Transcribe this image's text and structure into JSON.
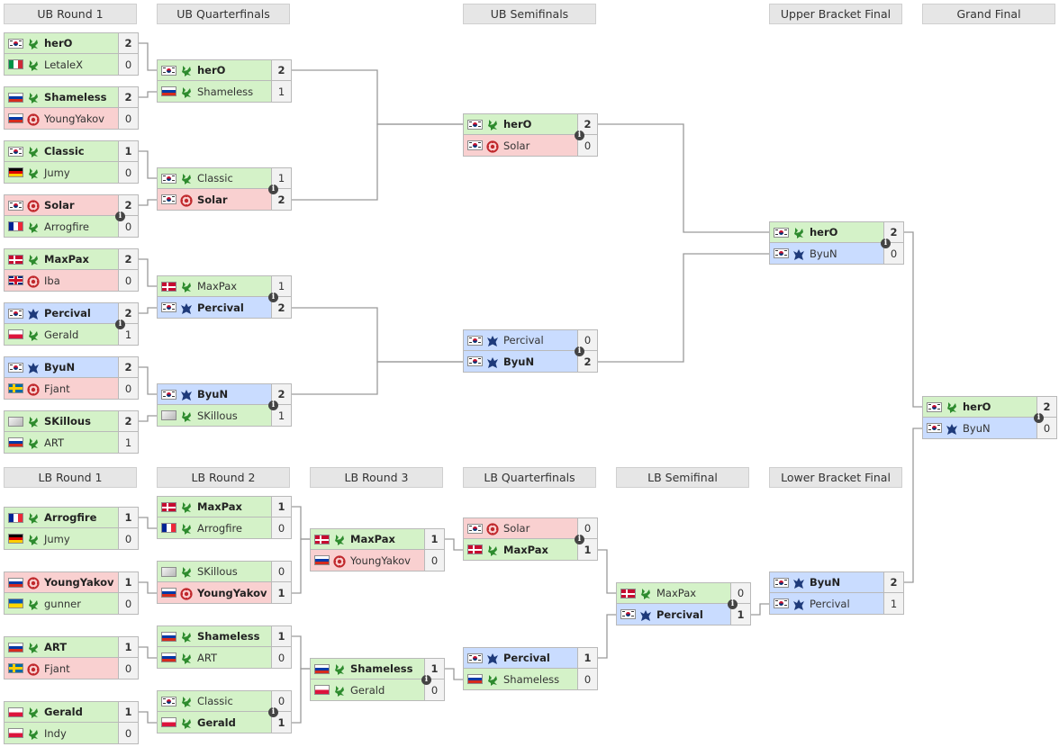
{
  "headers": [
    {
      "id": "ub1",
      "label": "UB Round 1"
    },
    {
      "id": "ubqf",
      "label": "UB Quarterfinals"
    },
    {
      "id": "ubsf",
      "label": "UB Semifinals"
    },
    {
      "id": "ubf",
      "label": "Upper Bracket Final"
    },
    {
      "id": "gf",
      "label": "Grand Final"
    },
    {
      "id": "lb1",
      "label": "LB Round 1"
    },
    {
      "id": "lb2",
      "label": "LB Round 2"
    },
    {
      "id": "lb3",
      "label": "LB Round 3"
    },
    {
      "id": "lbqf",
      "label": "LB Quarterfinals"
    },
    {
      "id": "lbsf",
      "label": "LB Semifinal"
    },
    {
      "id": "lbf",
      "label": "Lower Bracket Final"
    }
  ],
  "info_icon_glyph": "i",
  "race_colors": {
    "protoss": "#2e8b2e",
    "zerg": "#c0282c",
    "terran": "#1e3a7a"
  },
  "matches": [
    {
      "id": "ub1-m1",
      "p": [
        {
          "name": "herO",
          "flag": "kr",
          "race": "protoss",
          "score": "2",
          "win": true
        },
        {
          "name": "LetaleX",
          "flag": "it",
          "race": "protoss",
          "score": "0",
          "win": false
        }
      ]
    },
    {
      "id": "ub1-m2",
      "p": [
        {
          "name": "Shameless",
          "flag": "ru",
          "race": "protoss",
          "score": "2",
          "win": true
        },
        {
          "name": "YoungYakov",
          "flag": "ru",
          "race": "zerg",
          "score": "0",
          "win": false
        }
      ]
    },
    {
      "id": "ub1-m3",
      "p": [
        {
          "name": "Classic",
          "flag": "kr",
          "race": "protoss",
          "score": "1",
          "win": true
        },
        {
          "name": "Jumy",
          "flag": "de",
          "race": "protoss",
          "score": "0",
          "win": false
        }
      ]
    },
    {
      "id": "ub1-m4",
      "p": [
        {
          "name": "Solar",
          "flag": "kr",
          "race": "zerg",
          "score": "2",
          "win": true
        },
        {
          "name": "Arrogfire",
          "flag": "fr",
          "race": "protoss",
          "score": "0",
          "win": false
        }
      ]
    },
    {
      "id": "ub1-m5",
      "p": [
        {
          "name": "MaxPax",
          "flag": "dk",
          "race": "protoss",
          "score": "2",
          "win": true
        },
        {
          "name": "Iba",
          "flag": "gb",
          "race": "zerg",
          "score": "0",
          "win": false
        }
      ]
    },
    {
      "id": "ub1-m6",
      "p": [
        {
          "name": "Percival",
          "flag": "kr",
          "race": "terran",
          "score": "2",
          "win": true
        },
        {
          "name": "Gerald",
          "flag": "pl",
          "race": "protoss",
          "score": "1",
          "win": false
        }
      ]
    },
    {
      "id": "ub1-m7",
      "p": [
        {
          "name": "ByuN",
          "flag": "kr",
          "race": "terran",
          "score": "2",
          "win": true
        },
        {
          "name": "Fjant",
          "flag": "se",
          "race": "zerg",
          "score": "0",
          "win": false
        }
      ]
    },
    {
      "id": "ub1-m8",
      "p": [
        {
          "name": "SKillous",
          "flag": "xx",
          "race": "protoss",
          "score": "2",
          "win": true
        },
        {
          "name": "ART",
          "flag": "ru",
          "race": "protoss",
          "score": "1",
          "win": false
        }
      ]
    },
    {
      "id": "ubqf-m1",
      "p": [
        {
          "name": "herO",
          "flag": "kr",
          "race": "protoss",
          "score": "2",
          "win": true
        },
        {
          "name": "Shameless",
          "flag": "ru",
          "race": "protoss",
          "score": "1",
          "win": false
        }
      ]
    },
    {
      "id": "ubqf-m2",
      "p": [
        {
          "name": "Classic",
          "flag": "kr",
          "race": "protoss",
          "score": "1",
          "win": false
        },
        {
          "name": "Solar",
          "flag": "kr",
          "race": "zerg",
          "score": "2",
          "win": true
        }
      ]
    },
    {
      "id": "ubqf-m3",
      "p": [
        {
          "name": "MaxPax",
          "flag": "dk",
          "race": "protoss",
          "score": "1",
          "win": false
        },
        {
          "name": "Percival",
          "flag": "kr",
          "race": "terran",
          "score": "2",
          "win": true
        }
      ]
    },
    {
      "id": "ubqf-m4",
      "p": [
        {
          "name": "ByuN",
          "flag": "kr",
          "race": "terran",
          "score": "2",
          "win": true
        },
        {
          "name": "SKillous",
          "flag": "xx",
          "race": "protoss",
          "score": "1",
          "win": false
        }
      ]
    },
    {
      "id": "ubsf-m1",
      "p": [
        {
          "name": "herO",
          "flag": "kr",
          "race": "protoss",
          "score": "2",
          "win": true
        },
        {
          "name": "Solar",
          "flag": "kr",
          "race": "zerg",
          "score": "0",
          "win": false
        }
      ]
    },
    {
      "id": "ubsf-m2",
      "p": [
        {
          "name": "Percival",
          "flag": "kr",
          "race": "terran",
          "score": "0",
          "win": false
        },
        {
          "name": "ByuN",
          "flag": "kr",
          "race": "terran",
          "score": "2",
          "win": true
        }
      ]
    },
    {
      "id": "ubf-m1",
      "p": [
        {
          "name": "herO",
          "flag": "kr",
          "race": "protoss",
          "score": "2",
          "win": true
        },
        {
          "name": "ByuN",
          "flag": "kr",
          "race": "terran",
          "score": "0",
          "win": false
        }
      ]
    },
    {
      "id": "gf-m1",
      "p": [
        {
          "name": "herO",
          "flag": "kr",
          "race": "protoss",
          "score": "2",
          "win": true
        },
        {
          "name": "ByuN",
          "flag": "kr",
          "race": "terran",
          "score": "0",
          "win": false
        }
      ]
    },
    {
      "id": "lb1-m1",
      "p": [
        {
          "name": "Arrogfire",
          "flag": "fr",
          "race": "protoss",
          "score": "1",
          "win": true
        },
        {
          "name": "Jumy",
          "flag": "de",
          "race": "protoss",
          "score": "0",
          "win": false
        }
      ]
    },
    {
      "id": "lb1-m2",
      "p": [
        {
          "name": "YoungYakov",
          "flag": "ru",
          "race": "zerg",
          "score": "1",
          "win": true
        },
        {
          "name": "gunner",
          "flag": "ua",
          "race": "protoss",
          "score": "0",
          "win": false
        }
      ]
    },
    {
      "id": "lb1-m3",
      "p": [
        {
          "name": "ART",
          "flag": "ru",
          "race": "protoss",
          "score": "1",
          "win": true
        },
        {
          "name": "Fjant",
          "flag": "se",
          "race": "zerg",
          "score": "0",
          "win": false
        }
      ]
    },
    {
      "id": "lb1-m4",
      "p": [
        {
          "name": "Gerald",
          "flag": "pl",
          "race": "protoss",
          "score": "1",
          "win": true
        },
        {
          "name": "Indy",
          "flag": "pl",
          "race": "protoss",
          "score": "0",
          "win": false
        }
      ]
    },
    {
      "id": "lb2-m1",
      "p": [
        {
          "name": "MaxPax",
          "flag": "dk",
          "race": "protoss",
          "score": "1",
          "win": true
        },
        {
          "name": "Arrogfire",
          "flag": "fr",
          "race": "protoss",
          "score": "0",
          "win": false
        }
      ]
    },
    {
      "id": "lb2-m2",
      "p": [
        {
          "name": "SKillous",
          "flag": "xx",
          "race": "protoss",
          "score": "0",
          "win": false
        },
        {
          "name": "YoungYakov",
          "flag": "ru",
          "race": "zerg",
          "score": "1",
          "win": true
        }
      ]
    },
    {
      "id": "lb2-m3",
      "p": [
        {
          "name": "Shameless",
          "flag": "ru",
          "race": "protoss",
          "score": "1",
          "win": true
        },
        {
          "name": "ART",
          "flag": "ru",
          "race": "protoss",
          "score": "0",
          "win": false
        }
      ]
    },
    {
      "id": "lb2-m4",
      "p": [
        {
          "name": "Classic",
          "flag": "kr",
          "race": "protoss",
          "score": "0",
          "win": false
        },
        {
          "name": "Gerald",
          "flag": "pl",
          "race": "protoss",
          "score": "1",
          "win": true
        }
      ]
    },
    {
      "id": "lb3-m1",
      "p": [
        {
          "name": "MaxPax",
          "flag": "dk",
          "race": "protoss",
          "score": "1",
          "win": true
        },
        {
          "name": "YoungYakov",
          "flag": "ru",
          "race": "zerg",
          "score": "0",
          "win": false
        }
      ]
    },
    {
      "id": "lb3-m2",
      "p": [
        {
          "name": "Shameless",
          "flag": "ru",
          "race": "protoss",
          "score": "1",
          "win": true
        },
        {
          "name": "Gerald",
          "flag": "pl",
          "race": "protoss",
          "score": "0",
          "win": false
        }
      ]
    },
    {
      "id": "lbqf-m1",
      "p": [
        {
          "name": "Solar",
          "flag": "kr",
          "race": "zerg",
          "score": "0",
          "win": false
        },
        {
          "name": "MaxPax",
          "flag": "dk",
          "race": "protoss",
          "score": "1",
          "win": true
        }
      ]
    },
    {
      "id": "lbqf-m2",
      "p": [
        {
          "name": "Percival",
          "flag": "kr",
          "race": "terran",
          "score": "1",
          "win": true
        },
        {
          "name": "Shameless",
          "flag": "ru",
          "race": "protoss",
          "score": "0",
          "win": false
        }
      ]
    },
    {
      "id": "lbsf-m1",
      "p": [
        {
          "name": "MaxPax",
          "flag": "dk",
          "race": "protoss",
          "score": "0",
          "win": false
        },
        {
          "name": "Percival",
          "flag": "kr",
          "race": "terran",
          "score": "1",
          "win": true
        }
      ]
    },
    {
      "id": "lbf-m1",
      "p": [
        {
          "name": "ByuN",
          "flag": "kr",
          "race": "terran",
          "score": "2",
          "win": true
        },
        {
          "name": "Percival",
          "flag": "kr",
          "race": "terran",
          "score": "1",
          "win": false
        }
      ]
    }
  ]
}
